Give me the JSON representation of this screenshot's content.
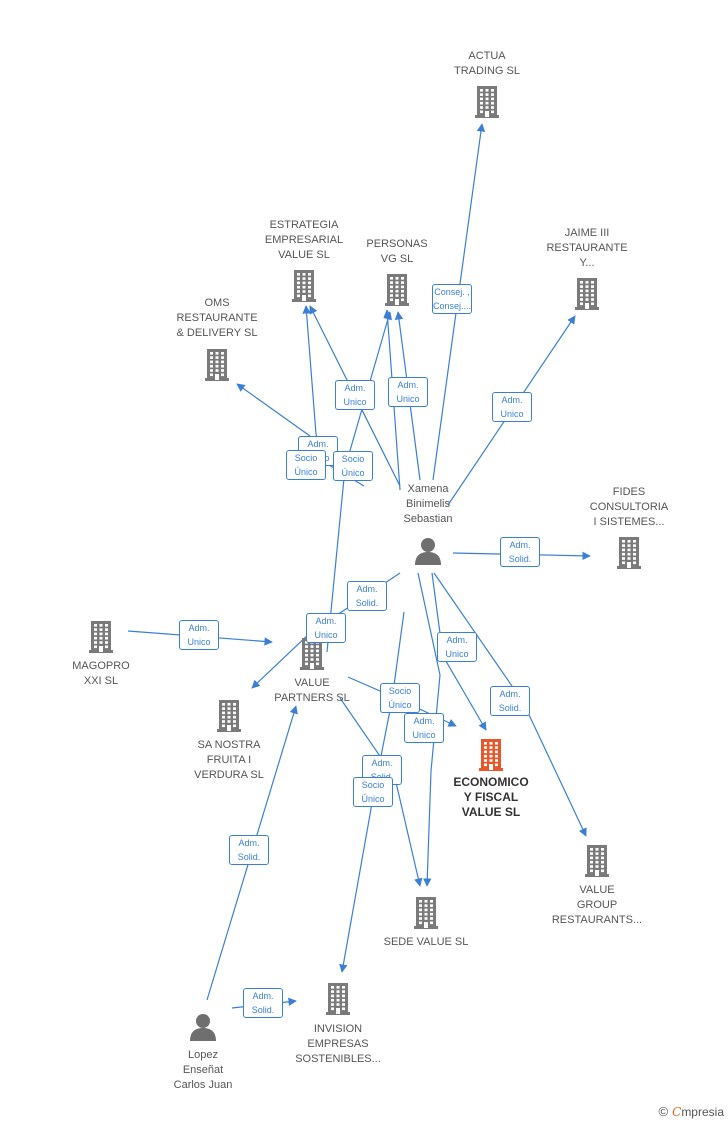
{
  "colors": {
    "edge": "#3a7fd5",
    "building": "#7a7a7a",
    "focus": "#e8562a",
    "person": "#6f6f6f"
  },
  "nodes": [
    {
      "id": "actua",
      "label": "ACTUA\nTRADING SL",
      "kind": "company",
      "icon": "building-icon"
    },
    {
      "id": "estrategia",
      "label": "ESTRATEGIA\nEMPRESARIAL\nVALUE  SL",
      "kind": "company",
      "icon": "building-icon"
    },
    {
      "id": "personas",
      "label": "PERSONAS\nVG  SL",
      "kind": "company",
      "icon": "building-icon"
    },
    {
      "id": "jaime",
      "label": "JAIME III\nRESTAURANTE\nY...",
      "kind": "company",
      "icon": "building-icon"
    },
    {
      "id": "oms",
      "label": "OMS\nRESTAURANTE\n& DELIVERY  SL",
      "kind": "company",
      "icon": "building-icon"
    },
    {
      "id": "xamena",
      "label": "Xamena\nBinimelis\nSebastian",
      "kind": "person",
      "icon": "person-icon"
    },
    {
      "id": "fides",
      "label": "FIDES\nCONSULTORIA\nI SISTEMES...",
      "kind": "company",
      "icon": "building-icon"
    },
    {
      "id": "magopro",
      "label": "MAGOPRO\nXXI  SL",
      "kind": "company",
      "icon": "building-icon"
    },
    {
      "id": "valuepartners",
      "label": "VALUE\nPARTNERS  SL",
      "kind": "company",
      "icon": "building-icon"
    },
    {
      "id": "sanostra",
      "label": "SA NOSTRA\nFRUITA I\nVERDURA  SL",
      "kind": "company",
      "icon": "building-icon"
    },
    {
      "id": "economico",
      "label": "ECONOMICO\nY FISCAL\nVALUE  SL",
      "kind": "focus",
      "icon": "building-icon"
    },
    {
      "id": "valuegroup",
      "label": "VALUE\nGROUP\nRESTAURANTS...",
      "kind": "company",
      "icon": "building-icon"
    },
    {
      "id": "sede",
      "label": "SEDE VALUE  SL",
      "kind": "company",
      "icon": "building-icon"
    },
    {
      "id": "invision",
      "label": "INVISION\nEMPRESAS\nSOSTENIBLES...",
      "kind": "company",
      "icon": "building-icon"
    },
    {
      "id": "lopez",
      "label": "Lopez\nEnseñat\nCarlos Juan",
      "kind": "person",
      "icon": "person-icon"
    }
  ],
  "edge_labels": [
    {
      "text": "Consej. ,\nConsej...."
    },
    {
      "text": "Adm.\nUnico"
    },
    {
      "text": "Adm.\nUnico"
    },
    {
      "text": "Adm.\nUnico"
    },
    {
      "text": "Adm.\nUnico"
    },
    {
      "text": "Socio\nÚnico"
    },
    {
      "text": "Socio\nÚnico"
    },
    {
      "text": "Adm.\nSolid."
    },
    {
      "text": "Adm.\nSolid."
    },
    {
      "text": "Adm.\nUnico"
    },
    {
      "text": "Adm.\nUnico"
    },
    {
      "text": "Adm.\nUnico"
    },
    {
      "text": "Adm.\nSolid."
    },
    {
      "text": "Socio\nÚnico"
    },
    {
      "text": "Adm.\nUnico"
    },
    {
      "text": "Adm.\nSolid."
    },
    {
      "text": "Socio\nÚnico"
    },
    {
      "text": "Adm.\nSolid."
    },
    {
      "text": "Adm.\nSolid."
    }
  ],
  "footer": {
    "copyright": "©",
    "brand_initial": "C",
    "brand_rest": "mpresia"
  }
}
